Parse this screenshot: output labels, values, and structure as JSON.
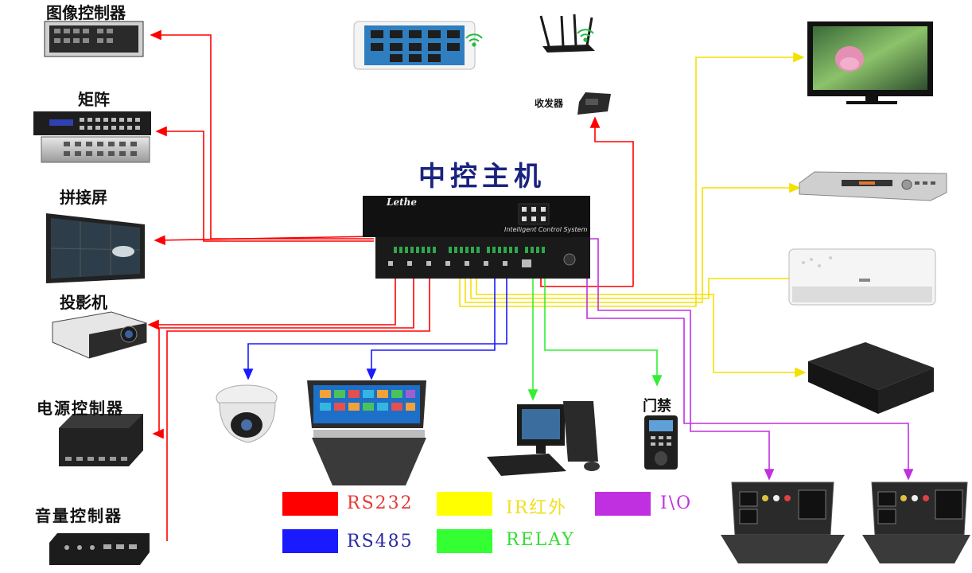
{
  "title": "中控主机",
  "host": {
    "brand": "Lethe",
    "subtitle": "Intelligent Control System"
  },
  "devices": {
    "image_controller": "图像控制器",
    "matrix": "矩阵",
    "splice_screen": "拼接屏",
    "projector": "投影机",
    "power_controller": "电源控制器",
    "volume_controller": "音量控制器",
    "transceiver": "收发器",
    "access_control": "门禁"
  },
  "legend": [
    {
      "label": "RS232",
      "color": "#ff0000",
      "text_color": "#e53935"
    },
    {
      "label": "IR红外",
      "color": "#ffff00",
      "text_color": "#f0e020"
    },
    {
      "label": "I\\O",
      "color": "#c030e0",
      "text_color": "#c030e0"
    },
    {
      "label": "RS485",
      "color": "#1a1aff",
      "text_color": "#2a2aa0"
    },
    {
      "label": "RELAY",
      "color": "#33ff33",
      "text_color": "#33dd33"
    }
  ]
}
